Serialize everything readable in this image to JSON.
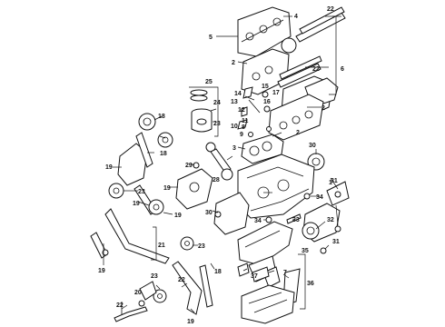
{
  "diagram": {
    "callouts": [
      "1",
      "2",
      "2",
      "2",
      "3",
      "4",
      "5",
      "6",
      "7",
      "8",
      "9",
      "10",
      "11",
      "12",
      "13",
      "14",
      "15",
      "16",
      "17",
      "18",
      "18",
      "18",
      "19",
      "19",
      "19",
      "19",
      "19",
      "20",
      "21",
      "22",
      "22",
      "23",
      "23",
      "23",
      "24",
      "25",
      "26",
      "27",
      "28",
      "29",
      "30",
      "30",
      "31",
      "32",
      "33",
      "34",
      "35",
      "36",
      "37"
    ]
  }
}
